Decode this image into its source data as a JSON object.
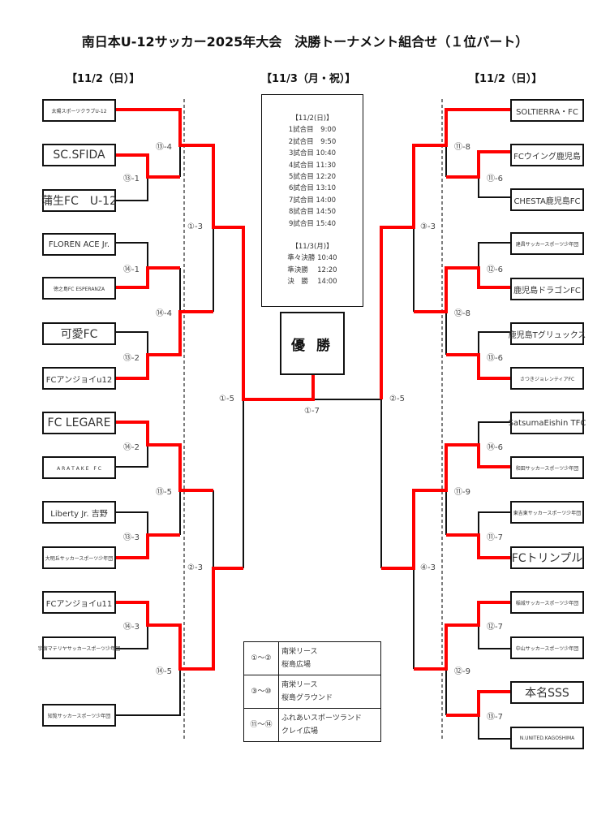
{
  "title": "南日本U-12サッカー2025年大会　決勝トーナメント組合せ（１位パート）",
  "dates": {
    "left": "【11/2（日）】",
    "center": "【11/3（月・祝）】",
    "right": "【11/2（日）】"
  },
  "left_teams": [
    "太陽スポーツクラブU-12",
    "SC.SFIDA",
    "蒲生FC　U-12",
    "FLOREN ACE Jr.",
    "徳之島FC ESPERANZA",
    "可愛FC",
    "FCアンジョイu12",
    "FC LEGARE",
    "A R A T A K E　F C",
    "Liberty Jr. 吉野",
    "大明丘サッカースポーツ少年団",
    "FCアンジョイu11",
    "宇宿マテリヤサッカースポーツ少年団",
    "知覧サッカースポーツ少年団"
  ],
  "right_teams": [
    "SOLTIERRA・FC",
    "FCウイング鹿児島",
    "CHESTA鹿児島FC",
    "建昌サッカースポーツ少年団",
    "鹿児島ドラゴンFC",
    "鹿児島Tグリュックス",
    "さつきジョレンティアFC",
    "SatsumaEishin TFC",
    "和田サッカースポーツ少年団",
    "東吉東サッカースポーツ少年団",
    "FCトリンプル",
    "稲城サッカースポーツ少年団",
    "中山サッカースポーツ少年団",
    "本名SSS",
    "N.UNITED.KAGOSHIMA"
  ],
  "match_labels": {
    "l1": "⑬-4",
    "l2": "⑬-1",
    "l3": "①-3",
    "l4": "⑭-1",
    "l5": "⑭-4",
    "l6": "⑬-2",
    "l7": "①-5",
    "l8": "⑭-2",
    "l9": "⑬-5",
    "l10": "⑬-3",
    "l11": "②-3",
    "l12": "⑭-3",
    "l13": "⑭-5",
    "final": "①-7",
    "r1": "⑪-8",
    "r2": "⑪-6",
    "r3": "③-3",
    "r4": "⑫-6",
    "r5": "⑫-8",
    "r6": "⑬-6",
    "r7": "②-5",
    "r8": "⑭-6",
    "r9": "⑪-9",
    "r10": "⑪-7",
    "r11": "④-3",
    "r12": "⑫-7",
    "r13": "⑫-9",
    "r14": "⑬-7"
  },
  "schedule": {
    "day1_header": "【11/2(日)】",
    "day1": [
      "1試合目　9:00",
      "2試合目　9:50",
      "3試合目 10:40",
      "4試合目 11:30",
      "5試合目 12:20",
      "6試合目 13:10",
      "7試合目 14:00",
      "8試合目 14:50",
      "9試合目 15:40"
    ],
    "day2_header": "【11/3(月)】",
    "day2": [
      "準々決勝 10:40",
      "準決勝　 12:20",
      "決　勝　 14:00"
    ]
  },
  "champion_label": "優 勝",
  "venues": [
    {
      "range": "①～②",
      "name1": "南栄リース",
      "name2": "桜島広場"
    },
    {
      "range": "③～⑩",
      "name1": "南栄リース",
      "name2": "桜島グラウンド"
    },
    {
      "range": "⑪～⑭",
      "name1": "ふれあいスポーツランド",
      "name2": "クレイ広場"
    }
  ],
  "colors": {
    "winner_line": "#ff0000",
    "line": "#111111",
    "divider": "#555555"
  }
}
